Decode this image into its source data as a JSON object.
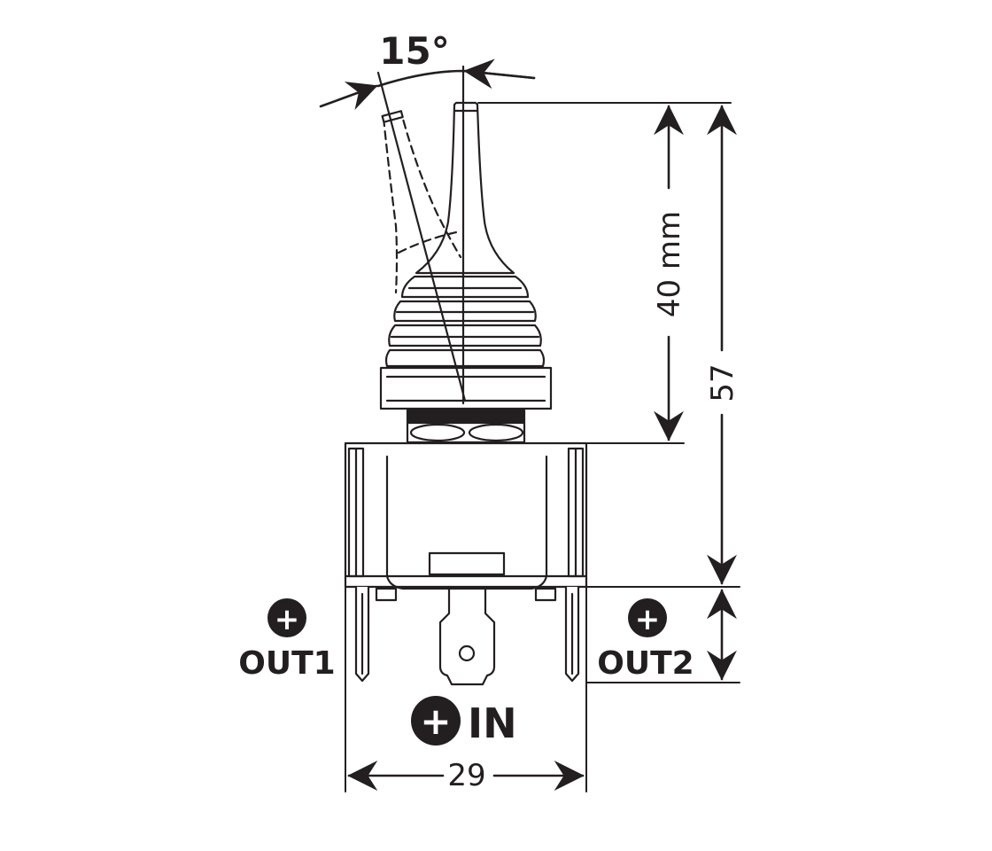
{
  "colors": {
    "ink": "#231f20",
    "background": "#ffffff"
  },
  "dimensions": {
    "angle_label": "15°",
    "lever_height_label": "40 mm",
    "total_height_label": "57",
    "width_label": "29"
  },
  "terminals": {
    "out1": {
      "symbol": "+",
      "label": "OUT1"
    },
    "out2": {
      "symbol": "+",
      "label": "OUT2"
    },
    "in": {
      "symbol": "+",
      "label": "IN"
    }
  },
  "icons": [
    "plus-circle-icon",
    "arrowhead-icon"
  ]
}
